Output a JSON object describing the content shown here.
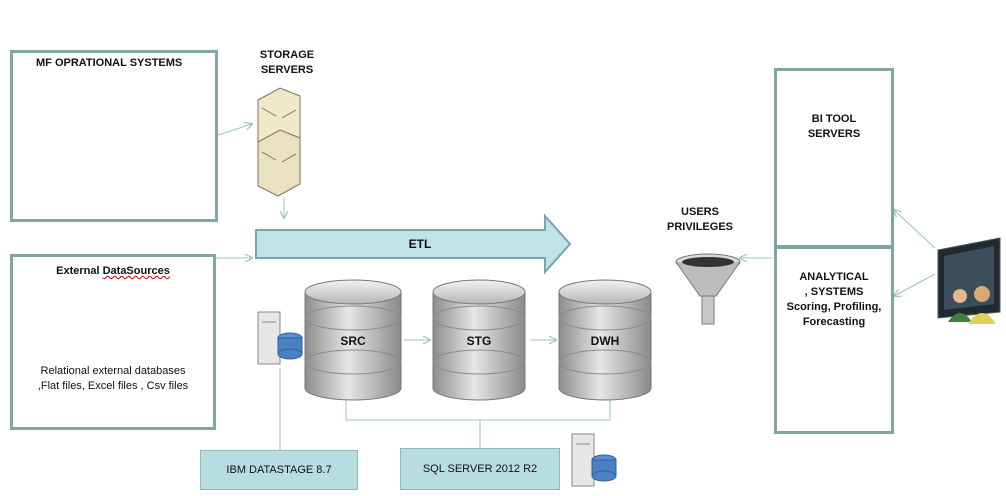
{
  "mf_operational": {
    "title": "MF OPRATIONAL  SYSTEMS"
  },
  "storage_servers": {
    "line1": "STORAGE",
    "line2": "SERVERS"
  },
  "external_sources": {
    "title_prefix": "External ",
    "title_main": "DataSources",
    "line1": "Relational external databases",
    "line2": ",Flat files, Excel files , Csv files"
  },
  "etl": {
    "label": "ETL"
  },
  "cylinders": {
    "src": "SRC",
    "stg": "STG",
    "dwh": "DWH"
  },
  "users_privileges": {
    "line1": "USERS",
    "line2": "PRIVILEGES"
  },
  "bi_tool": {
    "line1": "BI TOOL",
    "line2": "SERVERS"
  },
  "analytical": {
    "line1": "ANALYTICAL",
    "line2": ", SYSTEMS",
    "line3": "Scoring, Profiling,",
    "line4": "Forecasting"
  },
  "tags": {
    "datastage": "IBM DATASTAGE 8.7",
    "sqlserver": "SQL SERVER 2012 R2"
  },
  "colors": {
    "box_border": "#7fa6a3",
    "tag_fill": "#b7dde0",
    "arrow_fill": "#bfe3e6",
    "cylinder": "#bcbcbc"
  }
}
